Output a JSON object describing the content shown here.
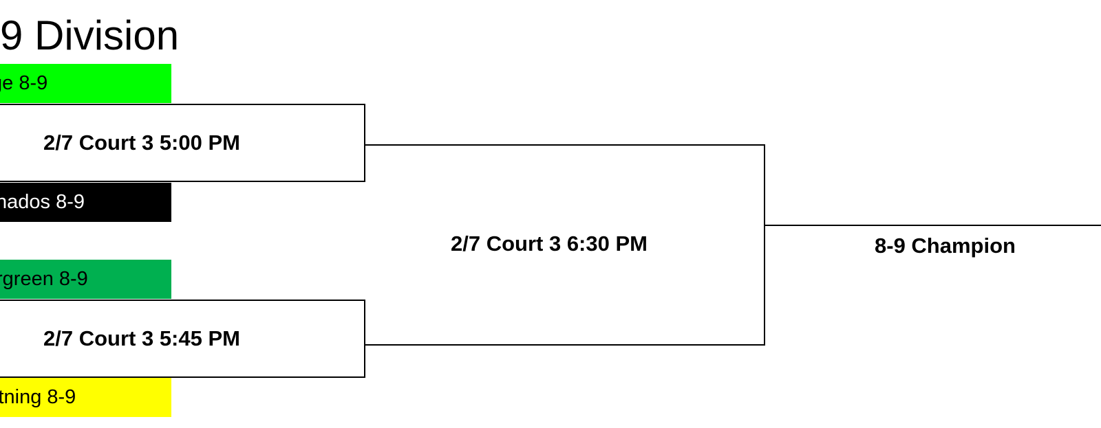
{
  "title": "9 Division",
  "teams": [
    {
      "label": "ge 8-9",
      "color": "#00ff00"
    },
    {
      "label": "nados 8-9",
      "color": "#000000"
    },
    {
      "label": "rgreen 8-9",
      "color": "#00b050"
    },
    {
      "label": "itning 8-9",
      "color": "#ffff00"
    }
  ],
  "games": [
    {
      "label": "2/7 Court 3 5:00 PM"
    },
    {
      "label": "2/7 Court 3 5:45 PM"
    }
  ],
  "final_game": {
    "label": "2/7 Court 3 6:30 PM"
  },
  "champion": {
    "label": "8-9 Champion"
  }
}
